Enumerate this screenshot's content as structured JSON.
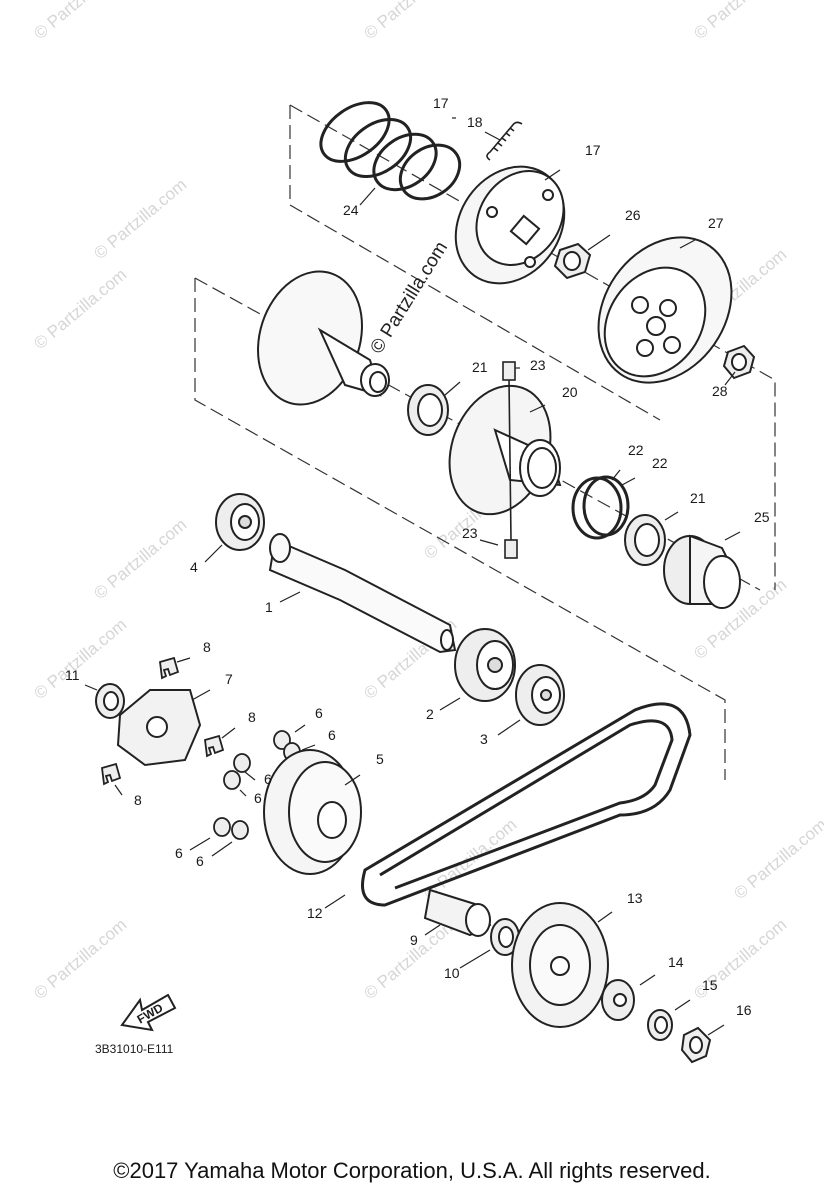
{
  "diagram": {
    "diagram_code": "3B31010-E111",
    "fwd_label": "FWD",
    "site_stamp": "© Partzilla.com",
    "watermark_text": "© Partzilla.com",
    "copyright": "©2017  Yamaha Motor Corporation, U.S.A. All rights reserved.",
    "parts": [
      {
        "label": "17"
      },
      {
        "label": "18"
      },
      {
        "label": "17"
      },
      {
        "label": "24"
      },
      {
        "label": "26"
      },
      {
        "label": "27"
      },
      {
        "label": "28"
      },
      {
        "label": "21"
      },
      {
        "label": "23"
      },
      {
        "label": "20"
      },
      {
        "label": "22"
      },
      {
        "label": "22"
      },
      {
        "label": "23"
      },
      {
        "label": "21"
      },
      {
        "label": "25"
      },
      {
        "label": "4"
      },
      {
        "label": "1"
      },
      {
        "label": "8"
      },
      {
        "label": "7"
      },
      {
        "label": "11"
      },
      {
        "label": "8"
      },
      {
        "label": "6"
      },
      {
        "label": "6"
      },
      {
        "label": "8"
      },
      {
        "label": "6"
      },
      {
        "label": "6"
      },
      {
        "label": "5"
      },
      {
        "label": "2"
      },
      {
        "label": "3"
      },
      {
        "label": "6"
      },
      {
        "label": "6"
      },
      {
        "label": "12"
      },
      {
        "label": "13"
      },
      {
        "label": "9"
      },
      {
        "label": "10"
      },
      {
        "label": "14"
      },
      {
        "label": "15"
      },
      {
        "label": "16"
      }
    ]
  }
}
